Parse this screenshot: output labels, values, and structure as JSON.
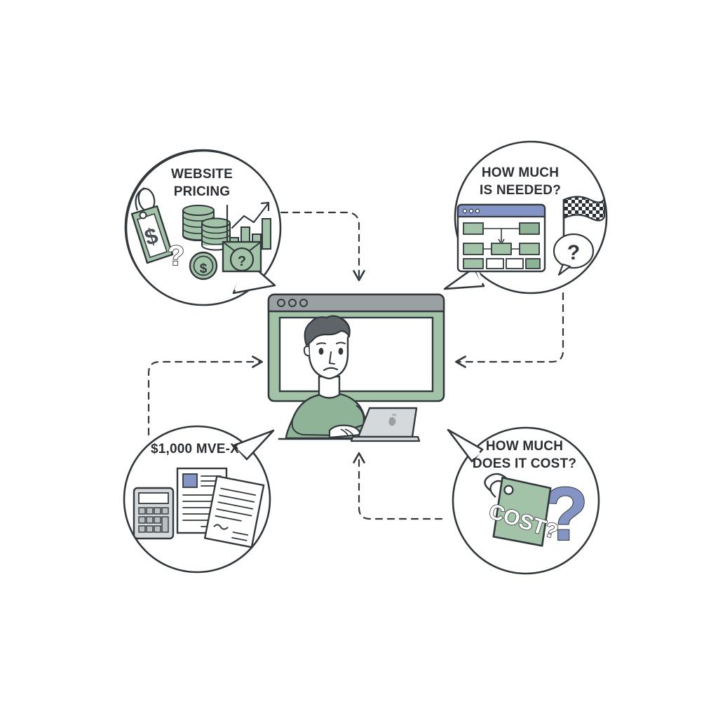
{
  "diagram": {
    "title": "Website pricing questions flow diagram",
    "background_color": "#ffffff",
    "palette": {
      "ink": "#33383d",
      "green": "#a3c3a8",
      "green_dark": "#8fb396",
      "blue": "#8494c4",
      "gray": "#9aa0a3",
      "gray_light": "#d6d9db",
      "white": "#ffffff",
      "dashed_stroke": "#33383d"
    },
    "center": {
      "name": "confused-user-at-monitor",
      "window_dots": 3,
      "screen_color": "#ffffff",
      "frame_color": "#a3c3a8",
      "titlebar_color": "#9aa0a3",
      "shirt_color": "#8fb396",
      "laptop_color": "#d6d9db",
      "laptop_logo": "apple-logo"
    },
    "bubbles": [
      {
        "id": "top-left",
        "name": "bubble-website-pricing",
        "text_lines": [
          "WEBSITE",
          "PRICING"
        ],
        "icons": [
          "price-tag-dollar-icon",
          "coin-stack-icon",
          "bar-chart-growth-icon",
          "question-mark-icon",
          "dollar-coin-icon",
          "envelope-question-icon"
        ]
      },
      {
        "id": "top-right",
        "name": "bubble-how-much-is-needed",
        "text_lines": [
          "HOW MUCH",
          "IS NEEDED?"
        ],
        "icons": [
          "browser-flowchart-icon",
          "checkered-flag-icon",
          "question-speech-bubble-icon"
        ]
      },
      {
        "id": "bottom-left",
        "name": "bubble-price-estimate",
        "text_lines": [
          "$1,000 MVE-X"
        ],
        "icons": [
          "calculator-icon",
          "document-icon",
          "signed-document-icon"
        ]
      },
      {
        "id": "bottom-right",
        "name": "bubble-how-much-does-it-cost",
        "text_lines": [
          "HOW MUCH",
          "DOES IT COST?"
        ],
        "icons": [
          "cost-price-tag-icon",
          "big-question-mark-icon"
        ],
        "tag_word": "COST?"
      }
    ],
    "connectors": [
      {
        "name": "connector-top-left-to-center",
        "from": "top-left",
        "to": "center",
        "style": "dashed",
        "arrow_direction": "down"
      },
      {
        "name": "connector-top-right-to-center",
        "from": "top-right",
        "to": "center",
        "style": "dashed",
        "arrow_direction": "left"
      },
      {
        "name": "connector-bottom-left-to-center",
        "from": "bottom-left",
        "to": "center",
        "style": "dashed",
        "arrow_direction": "right"
      },
      {
        "name": "connector-bottom-right-to-center",
        "from": "bottom-right",
        "to": "center",
        "style": "dashed",
        "arrow_direction": "up"
      }
    ]
  }
}
